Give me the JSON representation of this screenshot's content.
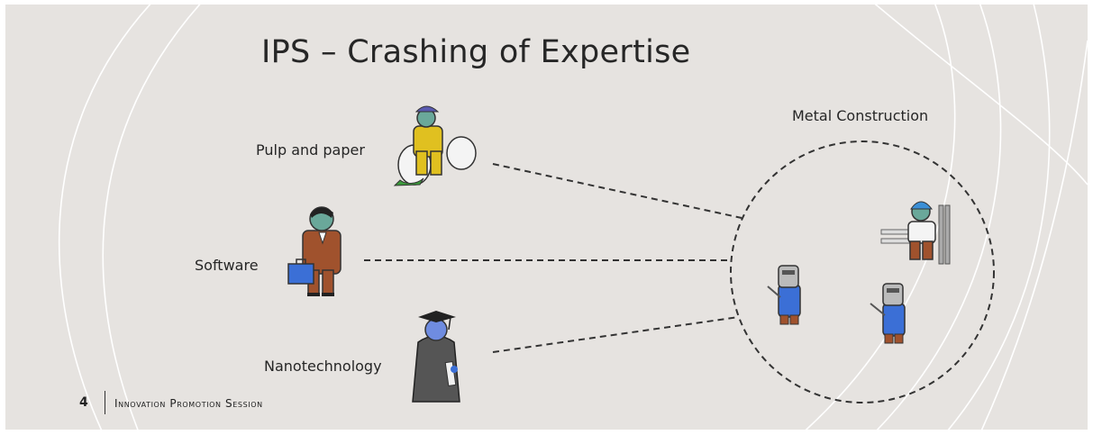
{
  "slide": {
    "title": "IPS – Crashing of Expertise",
    "page_number": "4",
    "footer_text": "Innovation Promotion Session"
  },
  "diagram": {
    "target": {
      "label": "Metal Construction"
    },
    "sources": [
      {
        "label": "Pulp and paper"
      },
      {
        "label": "Software"
      },
      {
        "label": "Nanotechnology"
      }
    ]
  },
  "colors": {
    "background": "#e6e3e0",
    "arc_lines": "#ffffff",
    "dashed_lines": "#333333",
    "text": "#262626",
    "figure_skin": "#6aa89a",
    "figure_blue": "#3b6fd6",
    "figure_brown": "#a0522d",
    "figure_yellow": "#e0c020"
  },
  "icons": {
    "pulp_and_paper": "paper-worker-icon",
    "software": "businessman-icon",
    "nanotechnology": "graduate-icon",
    "metal_construction": [
      "welder-icon",
      "construction-worker-icon",
      "welder-icon"
    ]
  }
}
